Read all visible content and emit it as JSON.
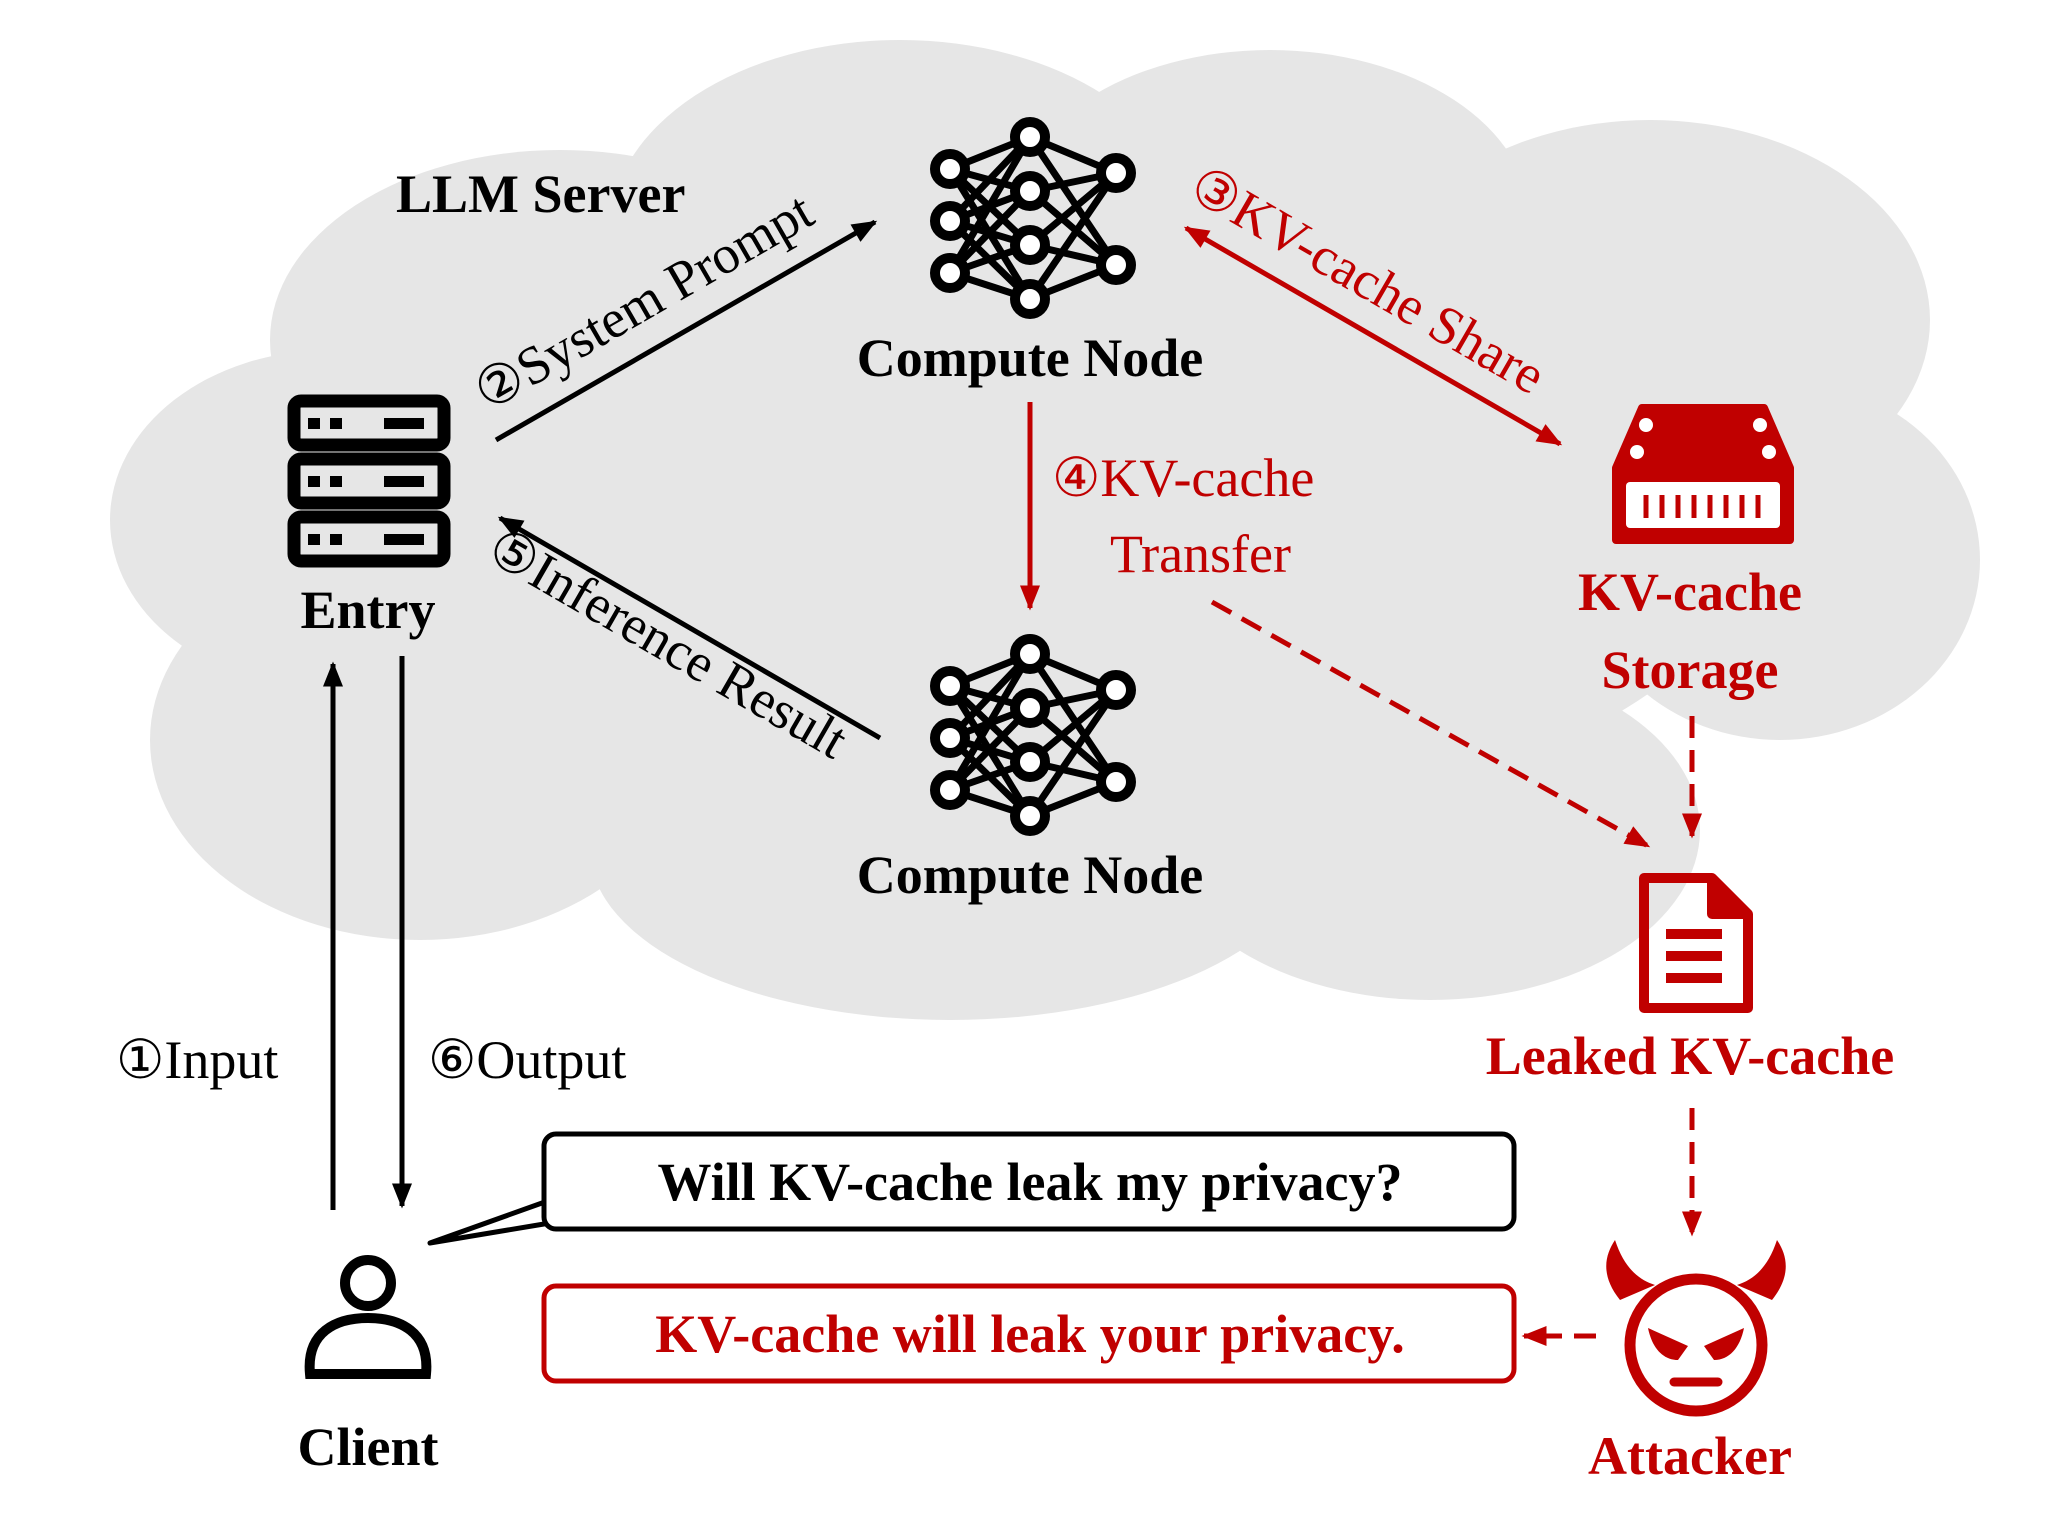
{
  "colors": {
    "black": "#000000",
    "red": "#c00000",
    "cloud": "#e6e6e6"
  },
  "labels": {
    "llm_server": "LLM Server",
    "compute_node_top": "Compute Node",
    "compute_node_bottom": "Compute Node",
    "entry": "Entry",
    "client": "Client",
    "attacker": "Attacker",
    "kv_storage_line1": "KV-cache",
    "kv_storage_line2": "Storage",
    "leaked": "Leaked KV-cache"
  },
  "steps": {
    "s1": "①Input",
    "s2": "②System Prompt",
    "s3": "③KV-cache Share",
    "s4_line1": "④KV-cache",
    "s4_line2": "Transfer",
    "s5": "⑤Inference Result",
    "s6": "⑥Output"
  },
  "bubbles": {
    "question": "Will KV-cache leak my privacy?",
    "answer": "KV-cache will leak your privacy."
  },
  "icons": {
    "server": "server-rack-icon",
    "neural_net": "neural-network-icon",
    "storage": "hard-drive-icon",
    "document": "document-icon",
    "user": "user-icon",
    "devil": "devil-icon"
  }
}
